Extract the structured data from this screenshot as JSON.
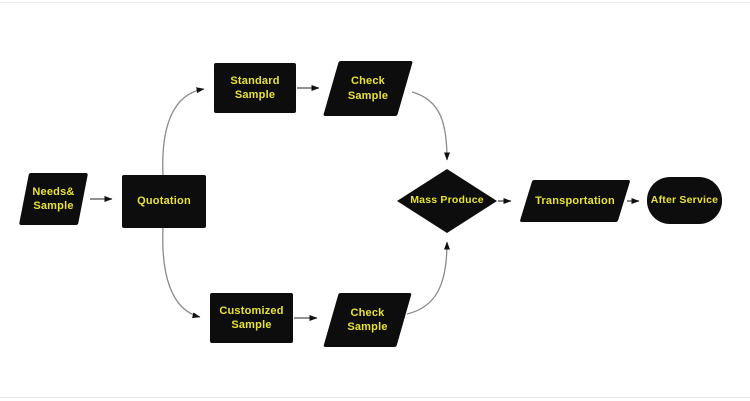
{
  "diagram": {
    "colors": {
      "background": "#ffffff",
      "shape_fill": "#0d0d0d",
      "label_color": "#e8e233",
      "curve_stroke": "#8a8a8a",
      "line_stroke": "#4f4f4f",
      "arrowhead_fill": "#111111"
    },
    "nodes": [
      {
        "id": "needs-sample",
        "type": "parallelogram",
        "label": "Needs&\nSample"
      },
      {
        "id": "quotation",
        "type": "rectangle",
        "label": "Quotation"
      },
      {
        "id": "standard-sample",
        "type": "rectangle",
        "label": "Standard\nSample"
      },
      {
        "id": "check-sample-top",
        "type": "parallelogram",
        "label": "Check\nSample"
      },
      {
        "id": "customized-sample",
        "type": "rectangle",
        "label": "Customized\nSample"
      },
      {
        "id": "check-sample-bottom",
        "type": "parallelogram",
        "label": "Check\nSample"
      },
      {
        "id": "mass-produce",
        "type": "diamond",
        "label": "Mass Produce"
      },
      {
        "id": "transportation",
        "type": "parallelogram",
        "label": "Transportation"
      },
      {
        "id": "after-service",
        "type": "terminator",
        "label": "After Service"
      }
    ],
    "edges": [
      {
        "from": "needs-sample",
        "to": "quotation"
      },
      {
        "from": "quotation",
        "to": "standard-sample"
      },
      {
        "from": "quotation",
        "to": "customized-sample"
      },
      {
        "from": "standard-sample",
        "to": "check-sample-top"
      },
      {
        "from": "customized-sample",
        "to": "check-sample-bottom"
      },
      {
        "from": "check-sample-top",
        "to": "mass-produce"
      },
      {
        "from": "check-sample-bottom",
        "to": "mass-produce"
      },
      {
        "from": "mass-produce",
        "to": "transportation"
      },
      {
        "from": "transportation",
        "to": "after-service"
      }
    ]
  }
}
